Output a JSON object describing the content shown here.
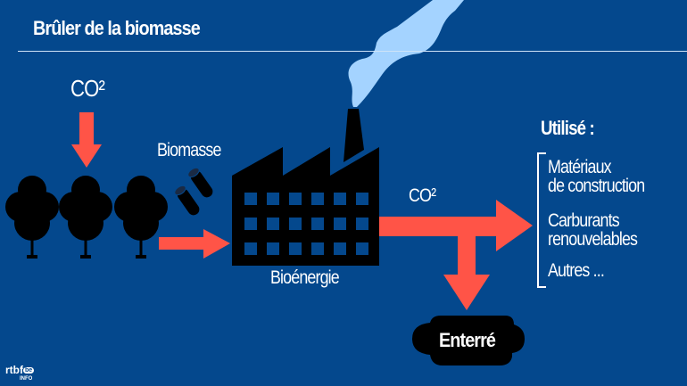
{
  "title": "Brûler de la biomasse",
  "labels": {
    "co2_top": "CO²",
    "biomasse": "Biomasse",
    "bioenergie": "Bioénergie",
    "co2_right": "CO²",
    "enterre": "Enterré"
  },
  "used": {
    "title": "Utilisé :",
    "items": [
      {
        "line1": "Matériaux",
        "line2": "de construction"
      },
      {
        "line1": "Carburants",
        "line2": "renouvelables"
      },
      {
        "line1": "Autres ...",
        "line2": ""
      }
    ]
  },
  "logo": {
    "name": "rtbf",
    "suffix": "be",
    "sub": "INFO"
  },
  "colors": {
    "background": "#04488d",
    "arrow": "#ff5447",
    "smoke": "#a4d3ff",
    "silhouette": "#000000"
  }
}
